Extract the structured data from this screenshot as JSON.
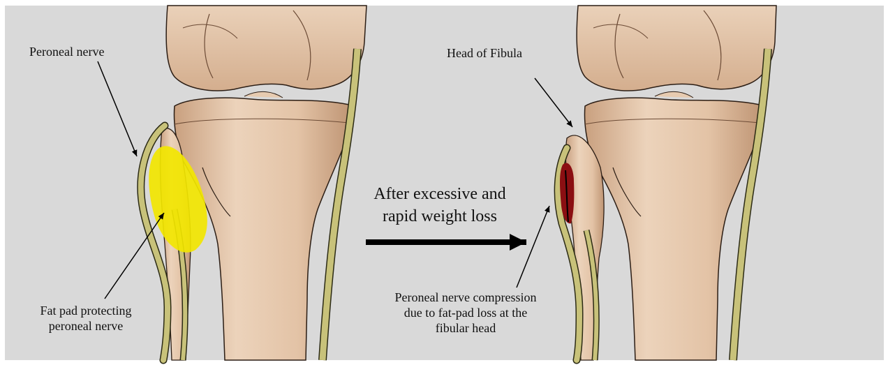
{
  "labels": {
    "peroneal_nerve": "Peroneal nerve",
    "fat_pad_line1": "Fat pad protecting",
    "fat_pad_line2": "peroneal nerve",
    "process_line1": "After excessive and",
    "process_line2": "rapid weight loss",
    "head_of_fibula": "Head of Fibula",
    "compression_line1": "Peroneal nerve compression",
    "compression_line2": "due to fat-pad loss at the",
    "compression_line3": "fibular head"
  },
  "colors": {
    "background": "#d9d9d9",
    "bone": "#e2c2a4",
    "bone_shadow": "#b98f6e",
    "nerve": "#c8c27a",
    "fat_pad": "#f2e600",
    "compression": "#8b0f12",
    "arrow": "#000000"
  }
}
